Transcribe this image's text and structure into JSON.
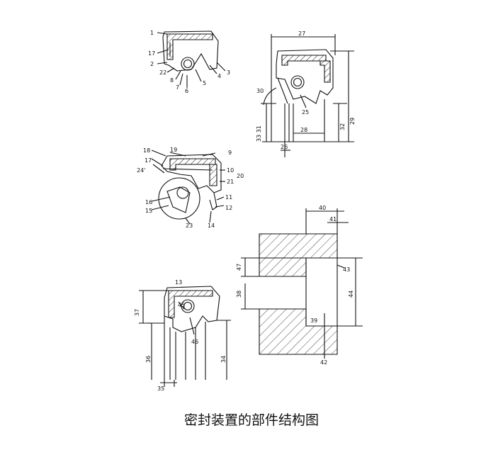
{
  "caption": "密封装置的部件结构图",
  "labels": {
    "fig1": {
      "n1": "1",
      "n17": "17",
      "n2": "2",
      "n22": "22",
      "n8": "8",
      "n7": "7",
      "n6": "6",
      "n5": "5",
      "n4": "4",
      "n3": "3"
    },
    "fig2": {
      "n27": "27",
      "n30": "30",
      "n25": "25",
      "n29": "29",
      "n32": "32",
      "n28": "28",
      "n3331": "33 31",
      "n26": "26"
    },
    "fig3": {
      "n18": "18",
      "n19": "19",
      "n9": "9",
      "n17": "17",
      "n24": "24'",
      "n10": "10",
      "n20": "20",
      "n21": "21",
      "n16": "16",
      "n15": "15",
      "n11": "11",
      "n12": "12",
      "n23": "23",
      "n14": "14"
    },
    "fig4": {
      "n40": "40",
      "n41": "41",
      "n43": "43",
      "n47": "47",
      "n38": "38",
      "n44": "44",
      "n39": "39",
      "n42": "42"
    },
    "fig5": {
      "n13": "13",
      "n37": "37",
      "n45": "45",
      "n46": "46",
      "n36": "36",
      "n34": "34",
      "n35": "35"
    }
  }
}
